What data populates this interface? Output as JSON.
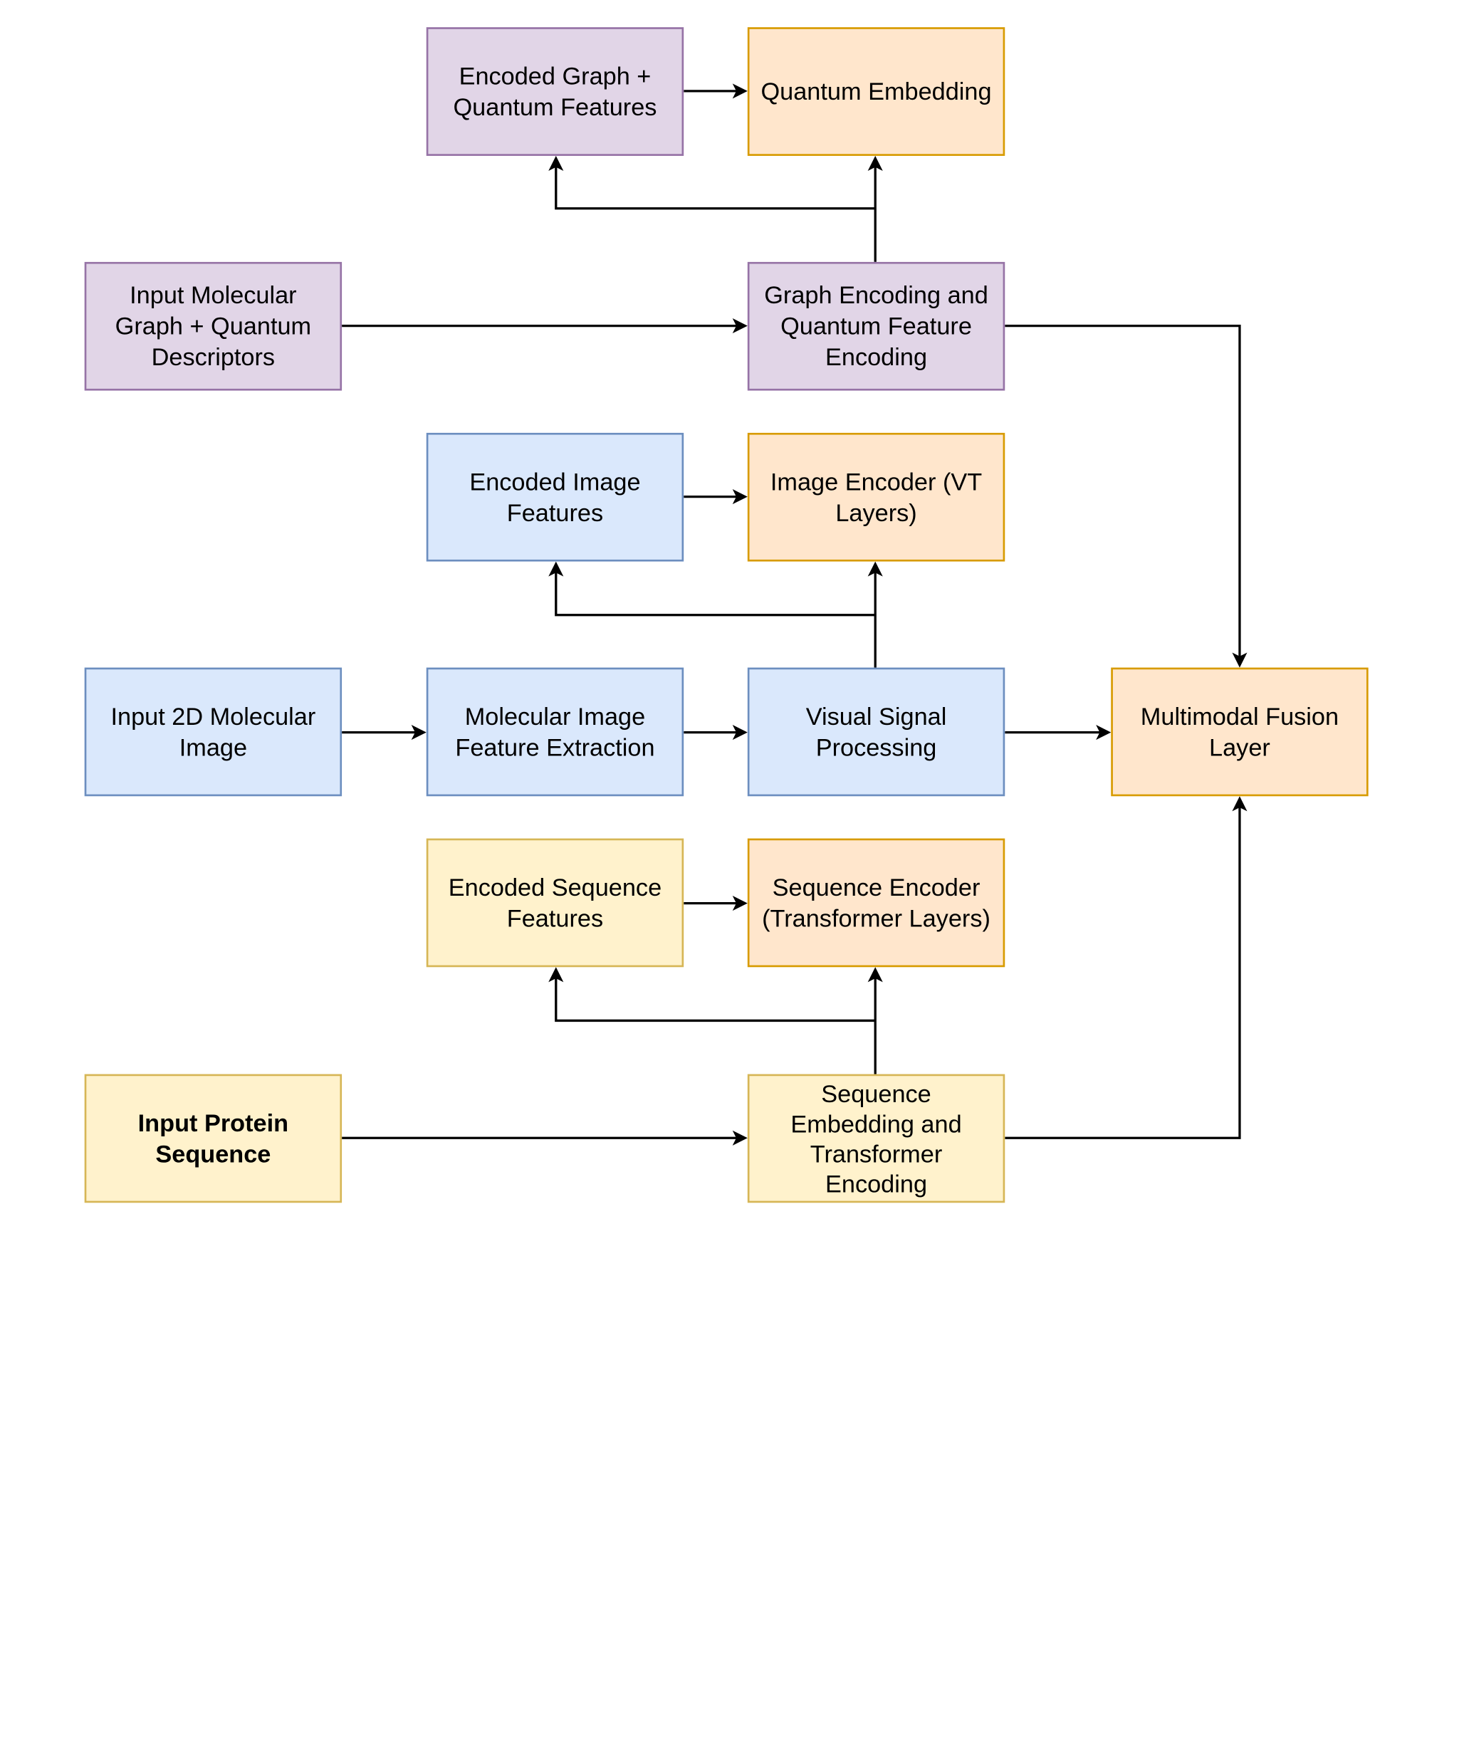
{
  "colors": {
    "purple_fill": "#e1d5e7",
    "purple_border": "#9673a6",
    "blue_fill": "#dae8fc",
    "blue_border": "#6c8ebf",
    "orange_fill": "#ffe6cc",
    "orange_border": "#d79b00",
    "yellow_fill": "#fff2cc",
    "yellow_border": "#d6b656",
    "edge": "#000000"
  },
  "nodes": {
    "encoded_graph": "Encoded Graph +\nQuantum Features",
    "quantum_embedding": "Quantum Embedding",
    "input_graph": "Input Molecular\nGraph + Quantum\nDescriptors",
    "graph_encoding": "Graph Encoding and\nQuantum Feature\nEncoding",
    "encoded_image": "Encoded Image\nFeatures",
    "image_encoder": "Image Encoder (VT\nLayers)",
    "input_image": "Input 2D Molecular\nImage",
    "image_feature_extraction": "Molecular Image\nFeature Extraction",
    "visual_signal": "Visual Signal\nProcessing",
    "fusion": "Multimodal Fusion\nLayer",
    "encoded_sequence": "Encoded Sequence\nFeatures",
    "sequence_encoder": "Sequence Encoder\n(Transformer Layers)",
    "input_protein": "Input Protein\nSequence",
    "sequence_embedding": "Sequence\nEmbedding and\nTransformer\nEncoding"
  },
  "edges": [
    {
      "from": "encoded_graph",
      "to": "quantum_embedding"
    },
    {
      "from": "graph_encoding",
      "to": "quantum_embedding"
    },
    {
      "from": "graph_encoding",
      "to": "encoded_graph"
    },
    {
      "from": "input_graph",
      "to": "graph_encoding"
    },
    {
      "from": "graph_encoding",
      "to": "fusion"
    },
    {
      "from": "encoded_image",
      "to": "image_encoder"
    },
    {
      "from": "visual_signal",
      "to": "image_encoder"
    },
    {
      "from": "visual_signal",
      "to": "encoded_image"
    },
    {
      "from": "input_image",
      "to": "image_feature_extraction"
    },
    {
      "from": "image_feature_extraction",
      "to": "visual_signal"
    },
    {
      "from": "visual_signal",
      "to": "fusion"
    },
    {
      "from": "encoded_sequence",
      "to": "sequence_encoder"
    },
    {
      "from": "sequence_embedding",
      "to": "sequence_encoder"
    },
    {
      "from": "sequence_embedding",
      "to": "encoded_sequence"
    },
    {
      "from": "input_protein",
      "to": "sequence_embedding"
    },
    {
      "from": "sequence_embedding",
      "to": "fusion"
    }
  ]
}
